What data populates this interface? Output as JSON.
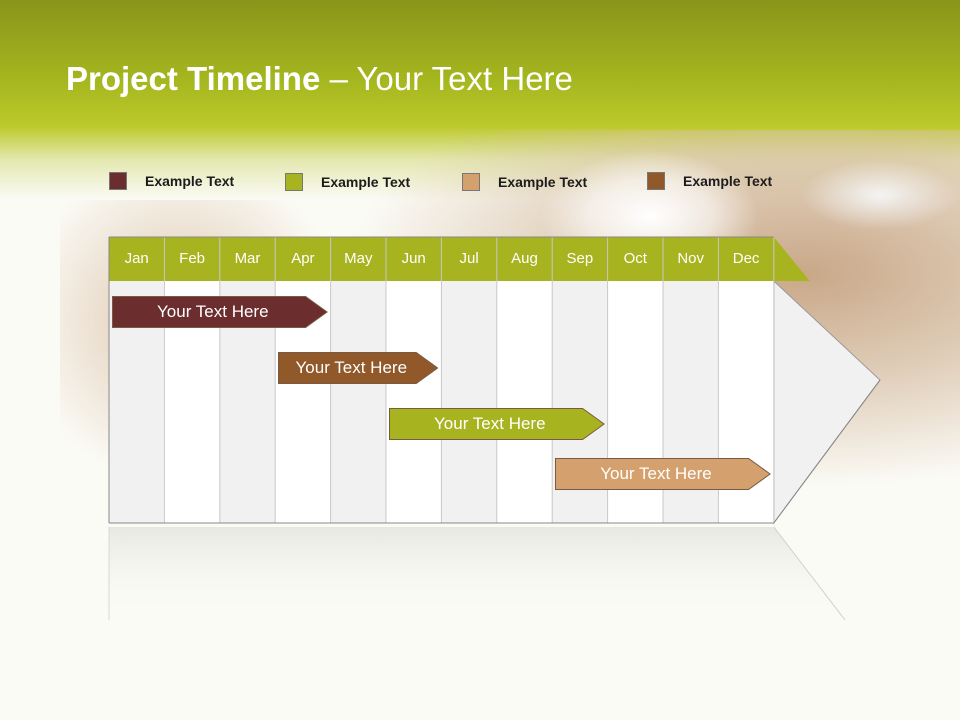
{
  "slide": {
    "title_bold": "Project Timeline",
    "title_rest": " – Your Text Here"
  },
  "legend": [
    {
      "label": "Example Text",
      "color": "#6b2d2d"
    },
    {
      "label": "Example Text",
      "color": "#a8b41f"
    },
    {
      "label": "Example Text",
      "color": "#d4a06d"
    },
    {
      "label": "Example Text",
      "color": "#91592a"
    }
  ],
  "months": [
    "Jan",
    "Feb",
    "Mar",
    "Apr",
    "May",
    "Jun",
    "Jul",
    "Aug",
    "Sep",
    "Oct",
    "Nov",
    "Dec"
  ],
  "tasks": [
    {
      "label": "Your  Text Here",
      "start_month": "Jan",
      "end_month": "Apr",
      "color": "#6b2d2d"
    },
    {
      "label": "Your  Text Here",
      "start_month": "Apr",
      "end_month": "Jun",
      "color": "#91592a"
    },
    {
      "label": "Your  Text Here",
      "start_month": "Jun",
      "end_month": "Sep",
      "color": "#a8b41f"
    },
    {
      "label": "Your  Text Here",
      "start_month": "Sep",
      "end_month": "Dec",
      "color": "#d4a06d"
    }
  ],
  "colors": {
    "header_band": "#a8b41f",
    "column_light": "#ffffff",
    "column_shade": "#f1f1f1",
    "grid_line": "#c8c8c8"
  }
}
